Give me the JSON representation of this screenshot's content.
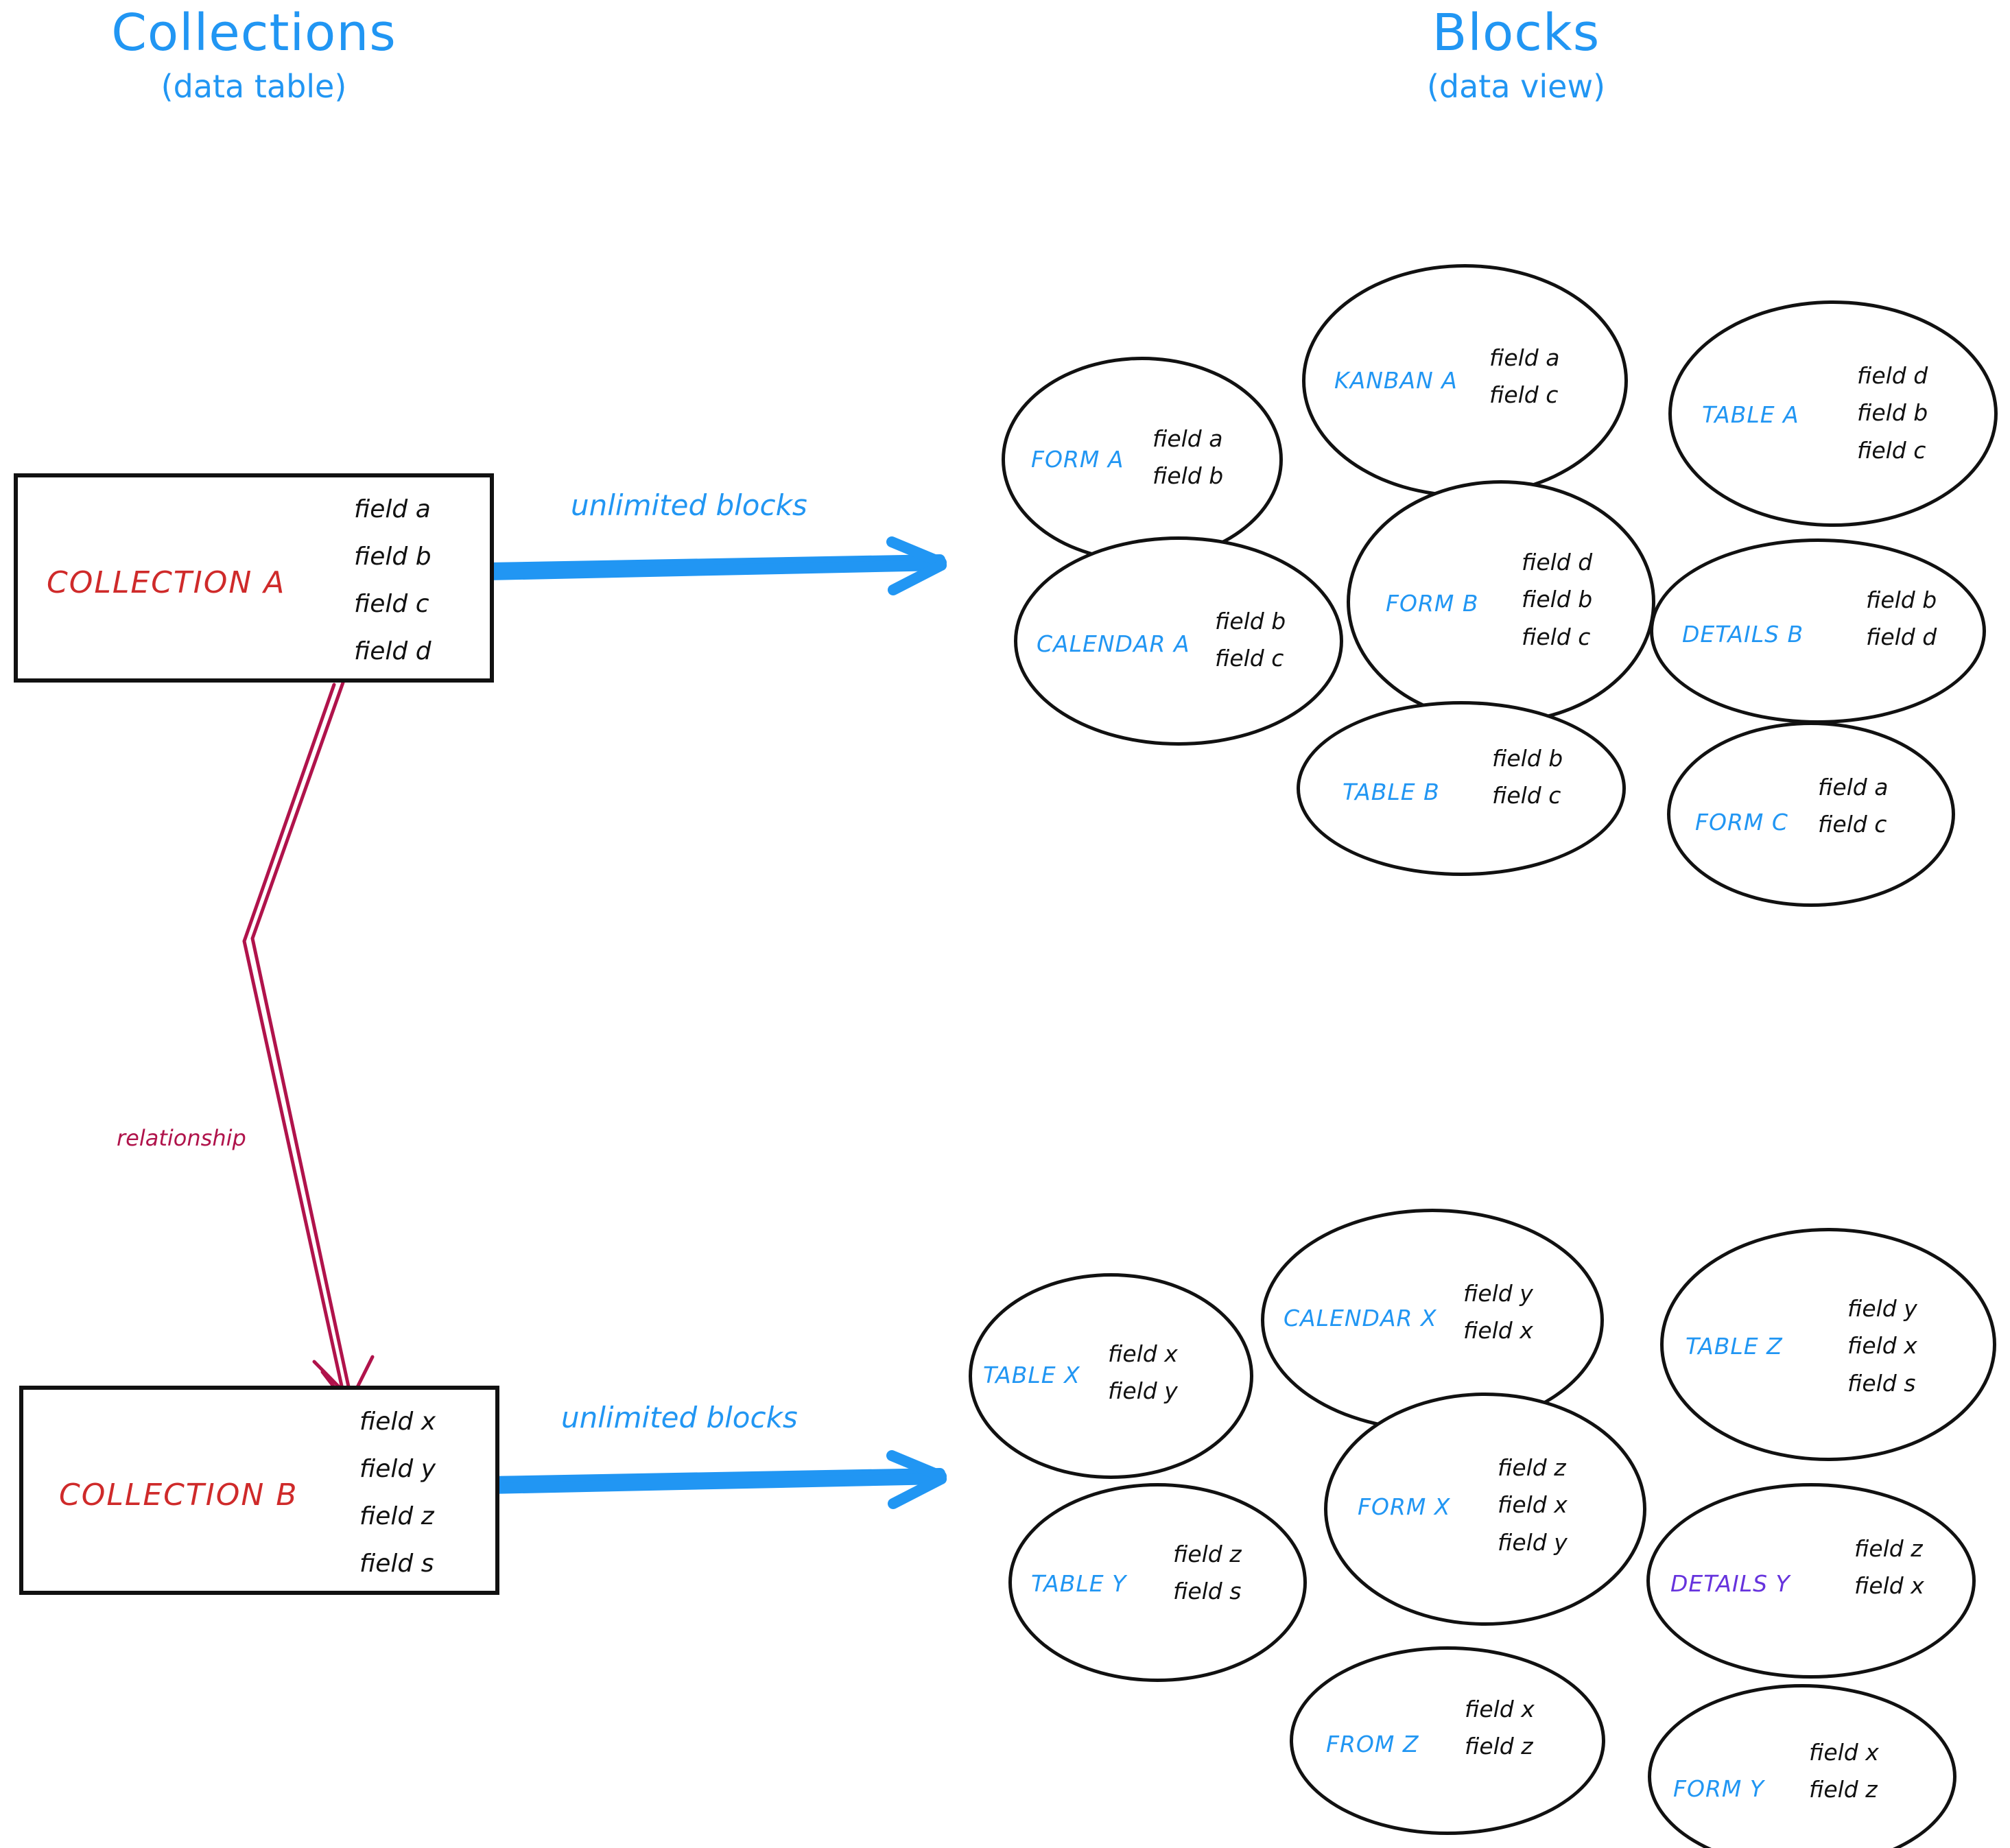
{
  "headings": {
    "left": {
      "main": "Collections",
      "sub": "(data table)"
    },
    "right": {
      "main": "Blocks",
      "sub": "(data view)"
    }
  },
  "colors": {
    "accent_blue": "#2196f3",
    "collection_red": "#cf2a2a",
    "relationship_crimson": "#b0134b",
    "details_purple": "#6633dd",
    "ink_black": "#111111",
    "background": "#ffffff"
  },
  "collections": [
    {
      "name": "COLLECTION A",
      "fields": [
        "field a",
        "field b",
        "field c",
        "field d"
      ],
      "arrow_label": "unlimited blocks"
    },
    {
      "name": "COLLECTION B",
      "fields": [
        "field x",
        "field y",
        "field z",
        "field s"
      ],
      "arrow_label": "unlimited blocks"
    }
  ],
  "relationship": {
    "label": "relationship"
  },
  "blocks_top": [
    {
      "label": "FORM A",
      "fields": [
        "field a",
        "field b"
      ],
      "color": "blue"
    },
    {
      "label": "KANBAN A",
      "fields": [
        "field a",
        "field c"
      ],
      "color": "blue"
    },
    {
      "label": "TABLE A",
      "fields": [
        "field d",
        "field b",
        "field c"
      ],
      "color": "blue"
    },
    {
      "label": "CALENDAR A",
      "fields": [
        "field b",
        "field c"
      ],
      "color": "blue"
    },
    {
      "label": "FORM B",
      "fields": [
        "field d",
        "field b",
        "field c"
      ],
      "color": "blue"
    },
    {
      "label": "DETAILS B",
      "fields": [
        "field b",
        "field d"
      ],
      "color": "blue"
    },
    {
      "label": "TABLE B",
      "fields": [
        "field b",
        "field c"
      ],
      "color": "blue"
    },
    {
      "label": "FORM C",
      "fields": [
        "field a",
        "field c"
      ],
      "color": "blue"
    }
  ],
  "blocks_bottom": [
    {
      "label": "TABLE X",
      "fields": [
        "field x",
        "field y"
      ],
      "color": "blue"
    },
    {
      "label": "CALENDAR X",
      "fields": [
        "field y",
        "field x"
      ],
      "color": "blue"
    },
    {
      "label": "TABLE Z",
      "fields": [
        "field y",
        "field x",
        "field s"
      ],
      "color": "blue"
    },
    {
      "label": "TABLE Y",
      "fields": [
        "field z",
        "field s"
      ],
      "color": "blue"
    },
    {
      "label": "FORM X",
      "fields": [
        "field z",
        "field x",
        "field y"
      ],
      "color": "blue"
    },
    {
      "label": "DETAILS Y",
      "fields": [
        "field z",
        "field x"
      ],
      "color": "purple"
    },
    {
      "label": "FROM Z",
      "fields": [
        "field x",
        "field z"
      ],
      "color": "blue"
    },
    {
      "label": "FORM Y",
      "fields": [
        "field x",
        "field z"
      ],
      "color": "blue"
    }
  ]
}
